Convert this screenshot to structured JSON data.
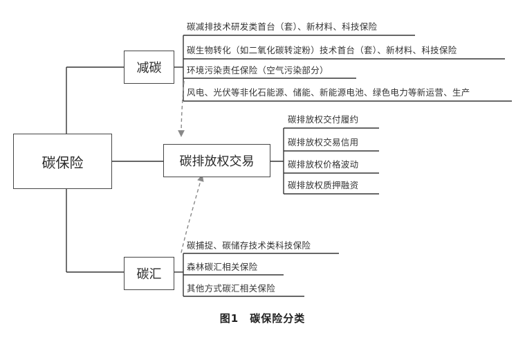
{
  "root": {
    "label": "碳保险"
  },
  "nodes": {
    "jiantan": {
      "label": "减碳",
      "leaves": [
        "碳减排技术研发类首台（套）、新材料、科技保险",
        "碳生物转化（如二氧化碳转淀粉）技术首台（套）、新材料、科技保险",
        "环境污染责任保险（空气污染部分）",
        "风电、光伏等非化石能源、储能、新能源电池、绿色电力等新运营、生产"
      ]
    },
    "trade": {
      "label": "碳排放权交易",
      "leaves": [
        "碳排放权交付履约",
        "碳排放权交易信用",
        "碳排放权价格波动",
        "碳排放权质押融资"
      ]
    },
    "tanhui": {
      "label": "碳汇",
      "leaves": [
        "碳捕捉、碳储存技术类科技保险",
        "森林碳汇相关保险",
        "其他方式碳汇相关保险"
      ]
    }
  },
  "caption": "图1　碳保险分类",
  "colors": {
    "line": "#333333",
    "dashed": "#888888",
    "text": "#2a2a2a"
  }
}
